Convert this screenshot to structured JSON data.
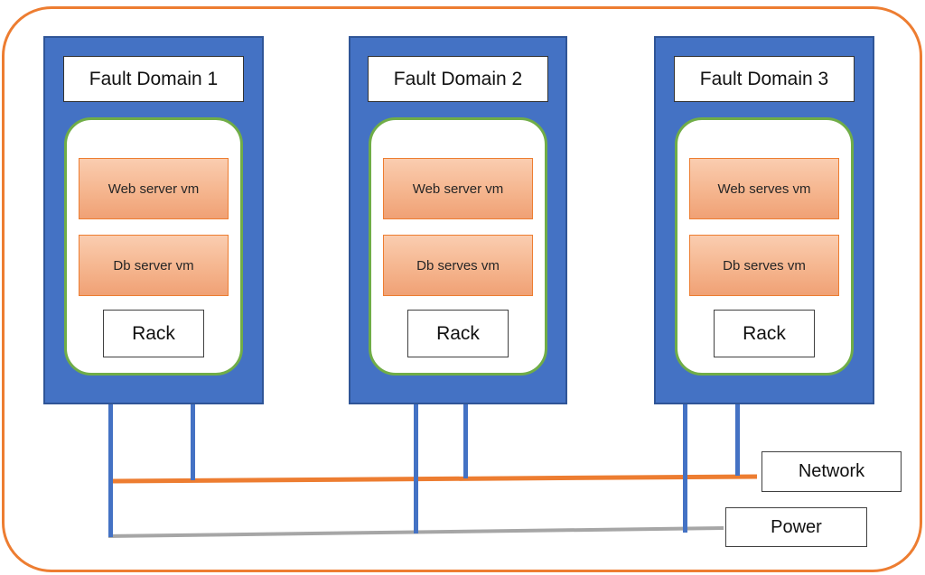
{
  "fault_domains": [
    {
      "label": "Fault Domain 1",
      "vms": [
        "Web server vm",
        "Db server vm"
      ],
      "rack": "Rack"
    },
    {
      "label": "Fault Domain 2",
      "vms": [
        "Web server vm",
        "Db serves vm"
      ],
      "rack": "Rack"
    },
    {
      "label": "Fault Domain 3",
      "vms": [
        "Web serves vm",
        "Db serves vm"
      ],
      "rack": "Rack"
    }
  ],
  "network_label": "Network",
  "power_label": "Power",
  "colors": {
    "fault_domain_fill": "#4472C4",
    "fault_domain_border": "#2F5597",
    "rack_container_border": "#70AD47",
    "vm_fill_top": "#FACDB0",
    "vm_fill_bottom": "#F0A175",
    "vm_border": "#ED7D31",
    "network_line": "#ED7D31",
    "power_line": "#A6A6A6",
    "vm_connector_line": "#4472C4",
    "outer_border": "#ED7D31"
  }
}
